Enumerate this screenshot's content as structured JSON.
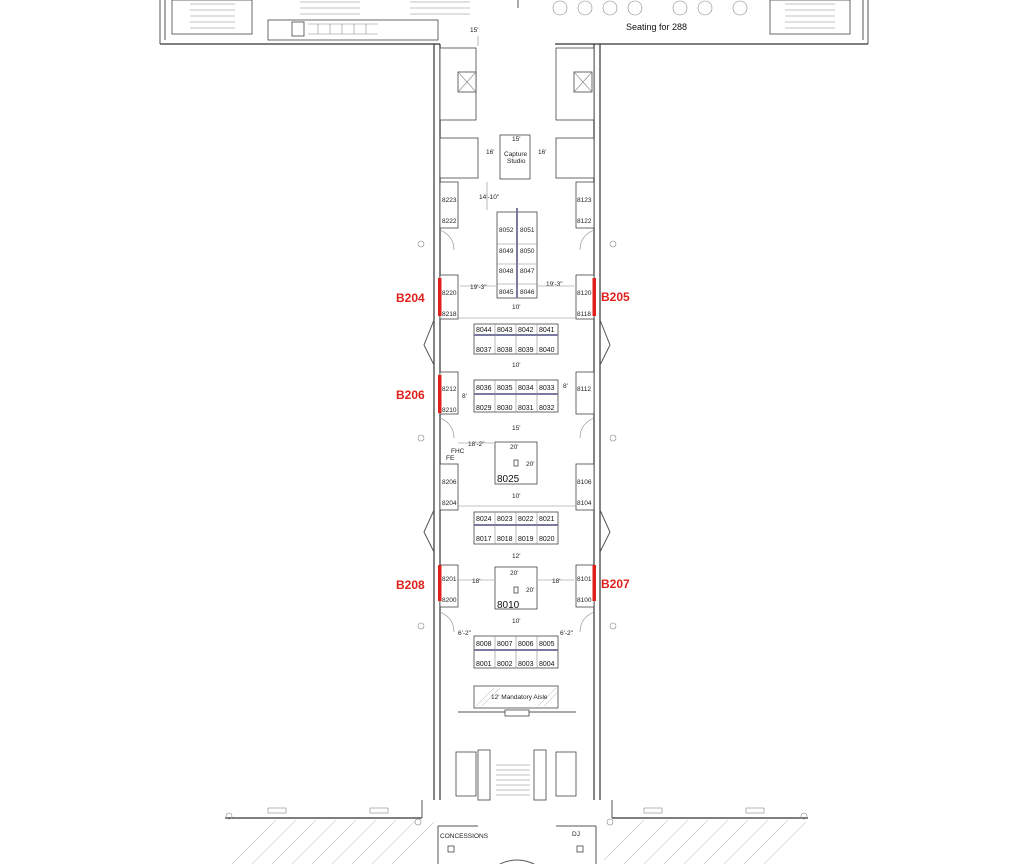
{
  "top_label": "Seating for 288",
  "top_dim": "15'",
  "studio": {
    "line1": "Capture",
    "line2": "Studio",
    "dim_top": "15'",
    "dim_left": "16'",
    "dim_right": "16'"
  },
  "dims": {
    "d14_10": "14'-10\"",
    "d19_3": "19'-3\"",
    "d10_a": "10'",
    "d10_b": "10'",
    "d8_right": "8'",
    "d8_left": "8'",
    "d15": "15'",
    "d18_2": "18'-2\"",
    "d20_top1": "20'",
    "d20_side1": "20'",
    "d10_c": "10'",
    "d12": "12'",
    "d20_top2": "20'",
    "d20_side2": "20'",
    "d18_left": "18'",
    "d18_right": "18'",
    "d10_d": "10'",
    "d6_2": "6'-2\"",
    "fhc": "FHC",
    "fe": "FE"
  },
  "left_rooms": [
    "8223",
    "8222",
    "8220",
    "8218",
    "8212",
    "8210",
    "8206",
    "8204",
    "8201",
    "8200"
  ],
  "right_rooms": [
    "8123",
    "8122",
    "8120",
    "8118",
    "8112",
    "8106",
    "8104",
    "8101",
    "8100"
  ],
  "booths": {
    "top_block": [
      "8052",
      "8051",
      "8049",
      "8050",
      "8048",
      "8047",
      "8045",
      "8046"
    ],
    "row1_top": [
      "8044",
      "8043",
      "8042",
      "8041"
    ],
    "row1_bot": [
      "8037",
      "8038",
      "8039",
      "8040"
    ],
    "row2_top": [
      "8036",
      "8035",
      "8034",
      "8033"
    ],
    "row2_bot": [
      "8029",
      "8030",
      "8031",
      "8032"
    ],
    "big1": "8025",
    "row3_top": [
      "8024",
      "8023",
      "8022",
      "8021"
    ],
    "row3_bot": [
      "8017",
      "8018",
      "8019",
      "8020"
    ],
    "big2": "8010",
    "row4_top": [
      "8008",
      "8007",
      "8006",
      "8005"
    ],
    "row4_bot": [
      "8001",
      "8002",
      "8003",
      "8004"
    ]
  },
  "aisle_label": "12' Mandatory Aisle",
  "bottom_left_label": "CONCESSIONS",
  "bottom_right_label": "DJ",
  "highlights": [
    "B204",
    "B205",
    "B206",
    "B207",
    "B208"
  ],
  "highlight_color": "#e0201b"
}
